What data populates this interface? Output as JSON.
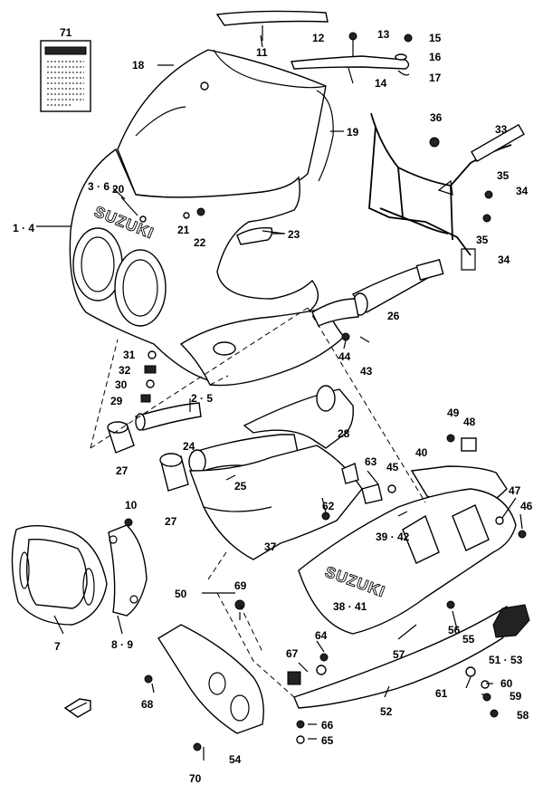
{
  "brand_text": "SUZUKI",
  "callouts": {
    "c1_4": "1 · 4",
    "c2_5": "2 · 5",
    "c3_6": "3 · 6",
    "c7": "7",
    "c8_9": "8 · 9",
    "c10": "10",
    "c11": "11",
    "c12": "12",
    "c13": "13",
    "c14": "14",
    "c15": "15",
    "c16": "16",
    "c17": "17",
    "c18": "18",
    "c19": "19",
    "c20": "20",
    "c21": "21",
    "c22": "22",
    "c23": "23",
    "c24": "24",
    "c25": "25",
    "c26": "26",
    "c27a": "27",
    "c27b": "27",
    "c28": "28",
    "c29": "29",
    "c30": "30",
    "c31": "31",
    "c32": "32",
    "c33": "33",
    "c34a": "34",
    "c34b": "34",
    "c35a": "35",
    "c35b": "35",
    "c36": "36",
    "c37": "37",
    "c38_41": "38 · 41",
    "c39_42": "39 · 42",
    "c40": "40",
    "c43": "43",
    "c44": "44",
    "c45": "45",
    "c46": "46",
    "c47": "47",
    "c48": "48",
    "c49": "49",
    "c50": "50",
    "c51_53": "51 · 53",
    "c52": "52",
    "c54": "54",
    "c55": "55",
    "c56": "56",
    "c57": "57",
    "c58": "58",
    "c59": "59",
    "c60": "60",
    "c61": "61",
    "c62": "62",
    "c63": "63",
    "c64": "64",
    "c65": "65",
    "c66": "66",
    "c67": "67",
    "c68": "68",
    "c69": "69",
    "c70": "70",
    "c71": "71"
  },
  "icons": {
    "front_arrow": "front-direction-arrow",
    "label_plate": "caution-label-plate"
  }
}
